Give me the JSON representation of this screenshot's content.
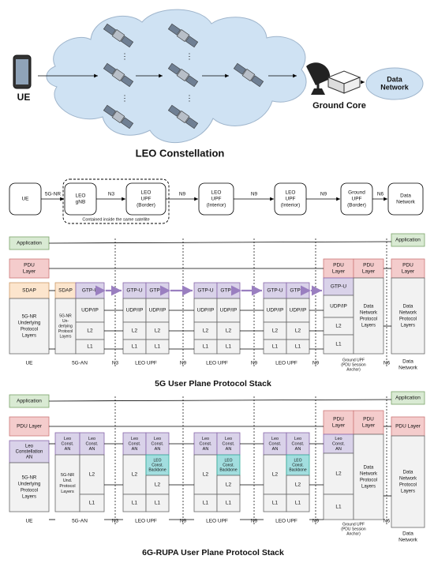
{
  "top": {
    "ue": "UE",
    "leo": "LEO Constellation",
    "ground_core": "Ground Core",
    "data_network": [
      "Data",
      "Network"
    ],
    "dots": "⋮"
  },
  "chain": {
    "nodes": [
      [
        "UE"
      ],
      [
        "LEO",
        "gNB"
      ],
      [
        "LEO",
        "UPF",
        "(Border)"
      ],
      [
        "LEO",
        "UPF",
        "(Interior)"
      ],
      [
        "LEO",
        "UPF",
        "(Interior)"
      ],
      [
        "Ground",
        "UPF",
        "(Border)"
      ],
      [
        "Data",
        "Network"
      ]
    ],
    "links": [
      "5G-NR",
      "N3",
      "N9",
      "N9",
      "N9",
      "N6"
    ],
    "note": "Contained inside the same satellite"
  },
  "stack5g": {
    "title": "5G User Plane Protocol Stack",
    "application": "Application",
    "pdu_layer": [
      "PDU",
      "Layer"
    ],
    "sdap": "SDAP",
    "gtpu": "GTP-U",
    "udpip": "UDP/IP",
    "l2": "L2",
    "l1": "L1",
    "ue_lower": [
      "5G-NR",
      "Underlying",
      "Protocol",
      "Layers"
    ],
    "an_lower": [
      "5G-NR",
      "Un-",
      "derlying",
      "Protocol",
      "Layers"
    ],
    "dn_lower": [
      "Data",
      "Network",
      "Protocol",
      "Layers"
    ],
    "labels": [
      "UE",
      "5G-AN",
      "N3",
      "LEO UPF",
      "N9",
      "LEO UPF",
      "N9",
      "LEO UPF",
      "N9",
      "N6"
    ],
    "ground_caption": [
      "Ground UPF",
      "(PDU Session",
      "Anchor)"
    ],
    "dn_caption": [
      "Data",
      "Network"
    ]
  },
  "stack6g": {
    "title": "6G-RUPA User Plane Protocol Stack",
    "application": "Application",
    "pdu_layer": "PDU Layer",
    "pdu_two": [
      "PDU",
      "Layer"
    ],
    "leo_const_an": [
      "Leo",
      "Constellation",
      "AN"
    ],
    "leo_an": [
      "Leo",
      "Const.",
      "AN"
    ],
    "backbone": [
      "LEO",
      "Const.",
      "Backbone"
    ],
    "l2": "L2",
    "l1": "L1",
    "ue_lower": [
      "5G-NR",
      "Underlying",
      "Protocol",
      "Layers"
    ],
    "an_lower": [
      "5G-NR",
      "Und.",
      "Protocol",
      "Layers"
    ],
    "dn_lower": [
      "Data",
      "Network",
      "Protocol",
      "Layers"
    ],
    "labels": [
      "UE",
      "5G-AN",
      "N3",
      "LEO UPF",
      "N9",
      "LEO UPF",
      "N9",
      "LEO UPF",
      "N9",
      "N6"
    ],
    "ground_caption": [
      "Ground UPF",
      "(PDU Session",
      "Anchor)"
    ],
    "dn_caption": [
      "Data",
      "Network"
    ]
  },
  "colors": {
    "cloud": "#cfe2f3",
    "application": "#d9ead3",
    "pdu": "#f4cccc",
    "sdap": "#fce5cd",
    "gtp": "#d9d2e9",
    "backbone": "#a2dedf",
    "layer": "#f2f2f2"
  }
}
